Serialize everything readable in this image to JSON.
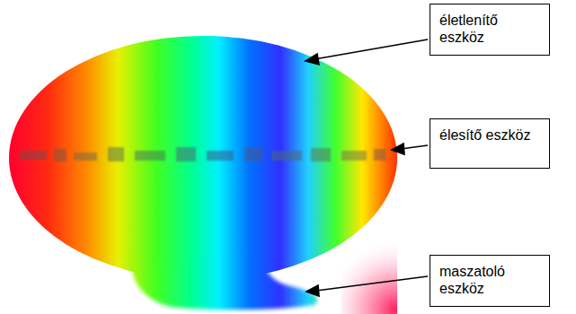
{
  "diagram": {
    "nodes": [
      {
        "text": [
          "életlenítő eszköz"
        ]
      },
      {
        "text": [
          "élesítő eszköz"
        ]
      },
      {
        "text": [
          "maszatoló eszköz"
        ]
      }
    ]
  }
}
